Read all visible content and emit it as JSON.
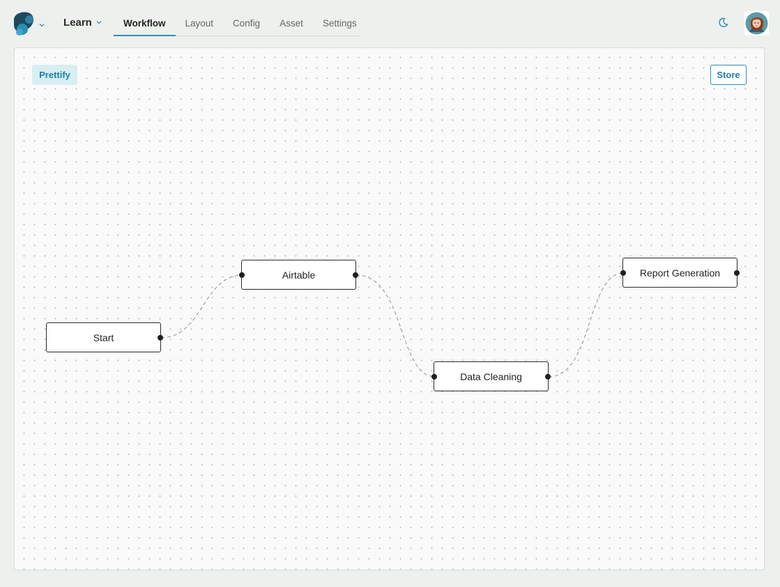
{
  "header": {
    "logo_icon": "app-logo-icon",
    "project": {
      "label": "Learn",
      "icon": "chevron-down-icon"
    },
    "tabs": [
      {
        "label": "Workflow",
        "active": true
      },
      {
        "label": "Layout",
        "active": false
      },
      {
        "label": "Config",
        "active": false
      },
      {
        "label": "Asset",
        "active": false
      },
      {
        "label": "Settings",
        "active": false
      }
    ],
    "theme_toggle_icon": "moon-icon",
    "avatar_icon": "user-avatar-icon"
  },
  "canvas": {
    "prettify_label": "Prettify",
    "store_label": "Store",
    "nodes": [
      {
        "id": "start",
        "label": "Start"
      },
      {
        "id": "airtable",
        "label": "Airtable"
      },
      {
        "id": "data-cleaning",
        "label": "Data Cleaning"
      },
      {
        "id": "report-generation",
        "label": "Report Generation"
      }
    ],
    "edges": [
      {
        "from": "start",
        "to": "airtable"
      },
      {
        "from": "airtable",
        "to": "data-cleaning"
      },
      {
        "from": "data-cleaning",
        "to": "report-generation"
      }
    ]
  },
  "colors": {
    "accent": "#2b8fb8",
    "accent_soft": "#d8eef2",
    "node_border": "#2a2a2a",
    "edge": "#a0a4a6",
    "canvas_bg": "#fafafa",
    "page_bg": "#eef0ee"
  }
}
